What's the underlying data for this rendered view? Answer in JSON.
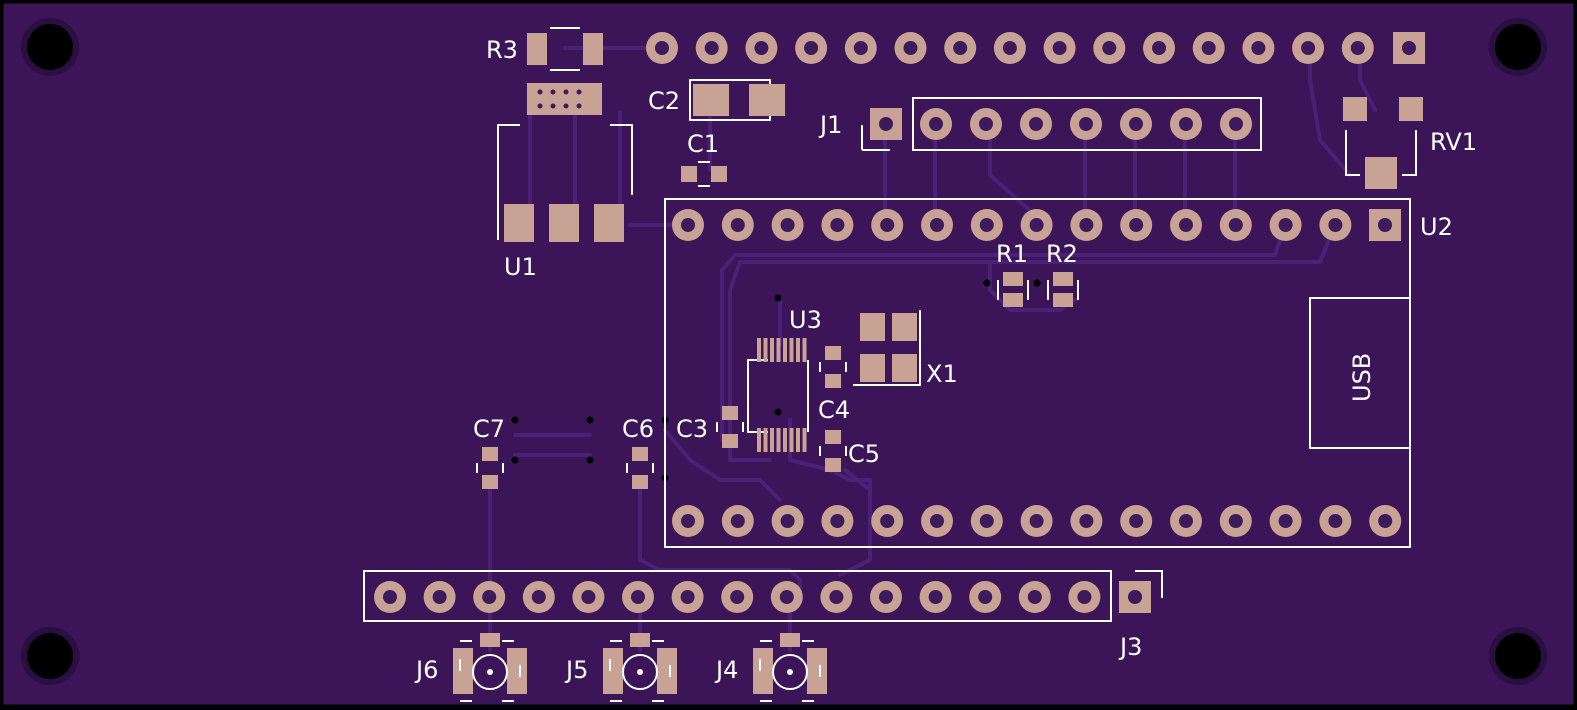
{
  "board": {
    "colors": {
      "substrate": "#3b1558",
      "edge": "#000000",
      "pad": "#c8a294",
      "silkscreen": "#ffffff",
      "trace": "#4b2078"
    }
  },
  "labels": {
    "R3": "R3",
    "C2": "C2",
    "C1": "C1",
    "J1": "J1",
    "U1": "U1",
    "U2": "U2",
    "RV1": "RV1",
    "R1": "R1",
    "R2": "R2",
    "U3": "U3",
    "X1": "X1",
    "C3": "C3",
    "C4": "C4",
    "C5": "C5",
    "C6": "C6",
    "C7": "C7",
    "J3": "J3",
    "J4": "J4",
    "J5": "J5",
    "J6": "J6",
    "USB": "USB"
  }
}
